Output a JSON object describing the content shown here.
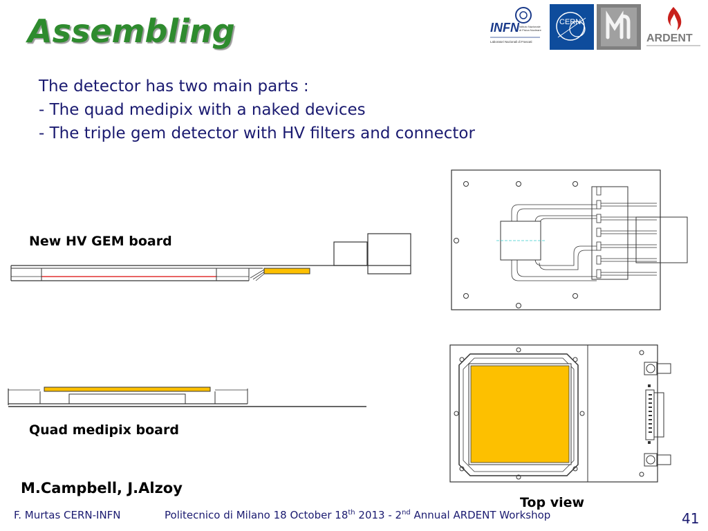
{
  "slide": {
    "title": "Assembling",
    "intro": [
      "The detector has two main parts :",
      "- The quad medipix with a naked devices",
      "- The triple gem detector with HV filters and connector"
    ]
  },
  "logos": {
    "infn_text": "INFN",
    "infn_sub1": "Istituto Nazionale",
    "infn_sub2": "di Fisica Nucleare",
    "infn_sub3": "Laboratori Nazionali di Frascati",
    "cern_text": "CERN",
    "ardent_text": "ARDENT"
  },
  "labels": {
    "hv_gem": "New HV GEM board",
    "quad_medipix": "Quad medipix board",
    "authors": "M.Campbell, J.Alzoy",
    "top_view": "Top view"
  },
  "footer": {
    "author": "F. Murtas CERN-INFN",
    "event_part1": "Politecnico di Milano 18 October 18",
    "event_sup1": "th",
    "event_part2": " 2013 - 2",
    "event_sup2": "nd",
    "event_part3": " Annual ARDENT Workshop",
    "page": "41"
  },
  "colors": {
    "title_green": "#2e8b2e",
    "text_navy": "#1a1a70",
    "gold": "#fdc000",
    "red_line": "#e03030",
    "cern_blue": "#0e4c9c",
    "ardent_red": "#c8201c"
  }
}
